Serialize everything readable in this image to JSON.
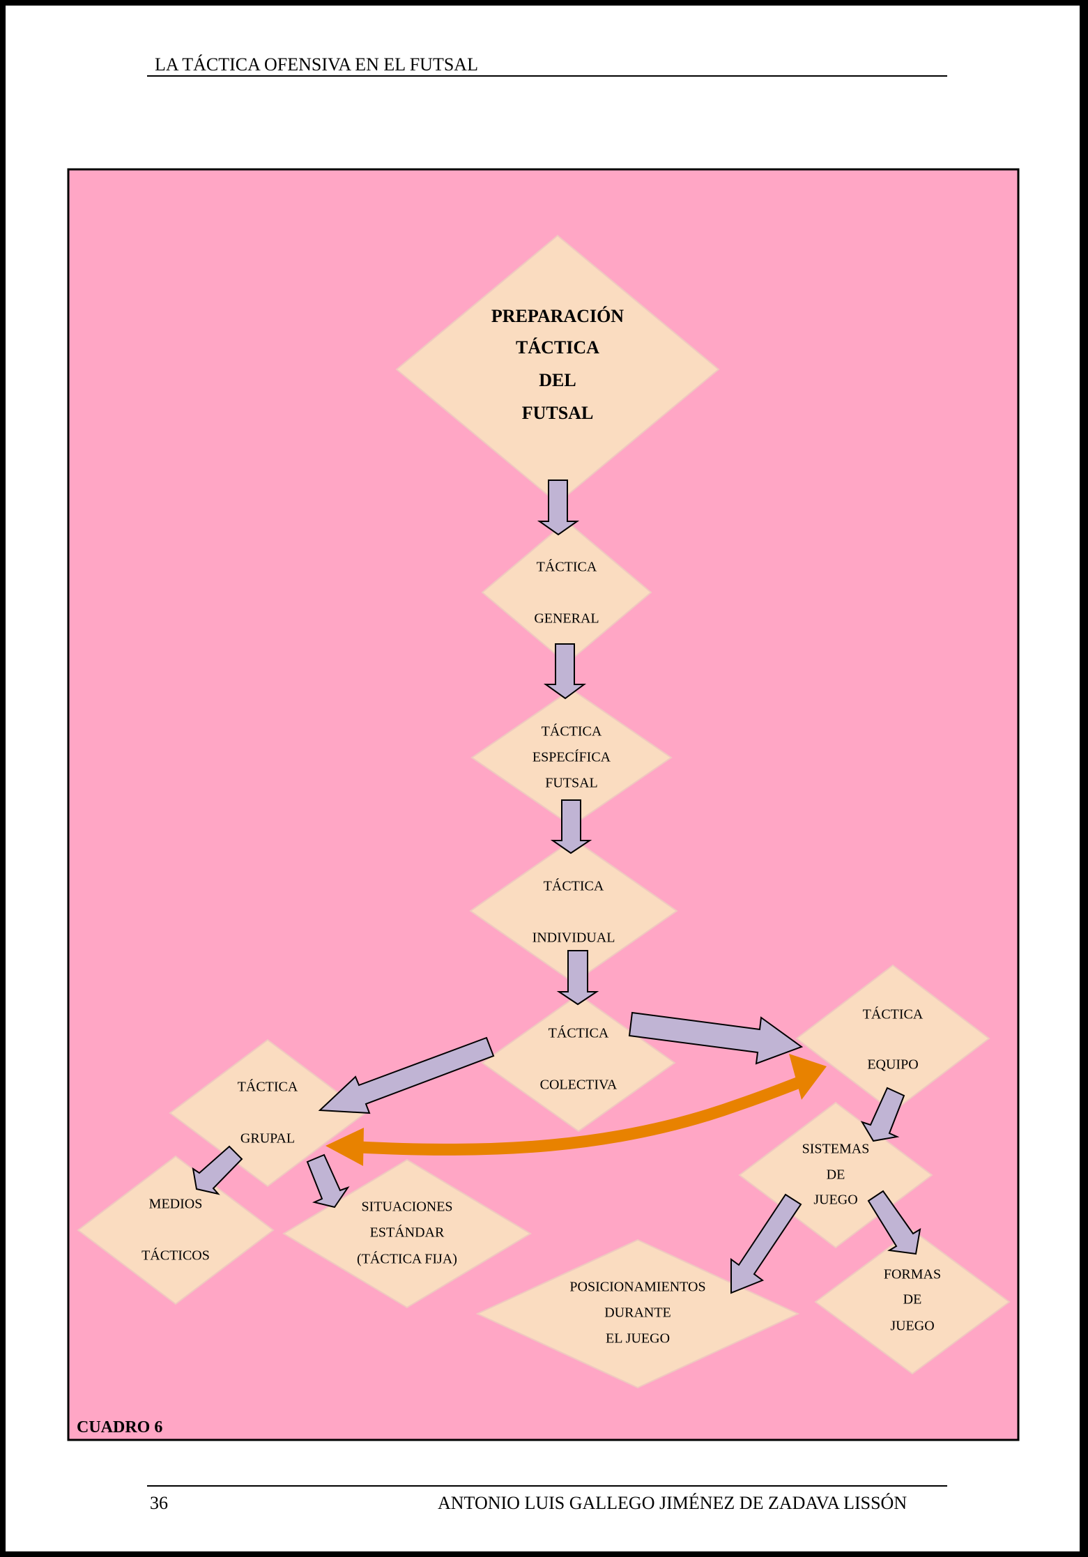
{
  "header": {
    "title": "LA TÁCTICA OFENSIVA EN EL FUTSAL"
  },
  "footer": {
    "page_number": "36",
    "author": "ANTONIO LUIS GALLEGO JIMÉNEZ DE ZADAVA LISSÓN"
  },
  "figure": {
    "label": "CUADRO 6",
    "colors": {
      "background": "#FFA6C5",
      "node_fill": "#FADCC0",
      "node_stroke": "#F0C8C0",
      "arrow_fill": "#C0B4D4",
      "arrow_stroke": "#000000",
      "highlight_arrow": "#E88200"
    },
    "nodes": [
      {
        "id": "preparacion-tactica",
        "lines": [
          "PREPARACIÓN",
          "TÁCTICA",
          "DEL",
          "FUTSAL"
        ],
        "bold": true
      },
      {
        "id": "tactica-general",
        "lines": [
          "TÁCTICA",
          "GENERAL"
        ]
      },
      {
        "id": "tactica-especifica",
        "lines": [
          "TÁCTICA",
          "ESPECÍFICA",
          "FUTSAL"
        ]
      },
      {
        "id": "tactica-individual",
        "lines": [
          "TÁCTICA",
          "INDIVIDUAL"
        ]
      },
      {
        "id": "tactica-colectiva",
        "lines": [
          "TÁCTICA",
          "COLECTIVA"
        ]
      },
      {
        "id": "tactica-equipo",
        "lines": [
          "TÁCTICA",
          "EQUIPO"
        ]
      },
      {
        "id": "tactica-grupal",
        "lines": [
          "TÁCTICA",
          "GRUPAL"
        ]
      },
      {
        "id": "medios-tacticos",
        "lines": [
          "MEDIOS",
          "TÁCTICOS"
        ]
      },
      {
        "id": "situaciones-estandar",
        "lines": [
          "SITUACIONES",
          "ESTÁNDAR",
          "(TÁCTICA FIJA)"
        ]
      },
      {
        "id": "sistemas-de-juego",
        "lines": [
          "SISTEMAS",
          "DE",
          "JUEGO"
        ]
      },
      {
        "id": "posicionamientos",
        "lines": [
          "POSICIONAMIENTOS",
          "DURANTE",
          "EL JUEGO"
        ]
      },
      {
        "id": "formas-de-juego",
        "lines": [
          "FORMAS",
          "DE",
          "JUEGO"
        ]
      }
    ],
    "edges": [
      {
        "from": "preparacion-tactica",
        "to": "tactica-general",
        "type": "block-arrow"
      },
      {
        "from": "tactica-general",
        "to": "tactica-especifica",
        "type": "block-arrow"
      },
      {
        "from": "tactica-especifica",
        "to": "tactica-individual",
        "type": "block-arrow"
      },
      {
        "from": "tactica-individual",
        "to": "tactica-colectiva",
        "type": "block-arrow"
      },
      {
        "from": "tactica-colectiva",
        "to": "tactica-grupal",
        "type": "block-arrow"
      },
      {
        "from": "tactica-colectiva",
        "to": "tactica-equipo",
        "type": "block-arrow"
      },
      {
        "from": "tactica-grupal",
        "to": "medios-tacticos",
        "type": "block-arrow"
      },
      {
        "from": "tactica-grupal",
        "to": "situaciones-estandar",
        "type": "block-arrow"
      },
      {
        "from": "tactica-equipo",
        "to": "sistemas-de-juego",
        "type": "block-arrow"
      },
      {
        "from": "sistemas-de-juego",
        "to": "posicionamientos",
        "type": "block-arrow"
      },
      {
        "from": "sistemas-de-juego",
        "to": "formas-de-juego",
        "type": "block-arrow"
      },
      {
        "from": "tactica-grupal",
        "to": "tactica-equipo",
        "type": "double-curved-arrow"
      }
    ]
  }
}
